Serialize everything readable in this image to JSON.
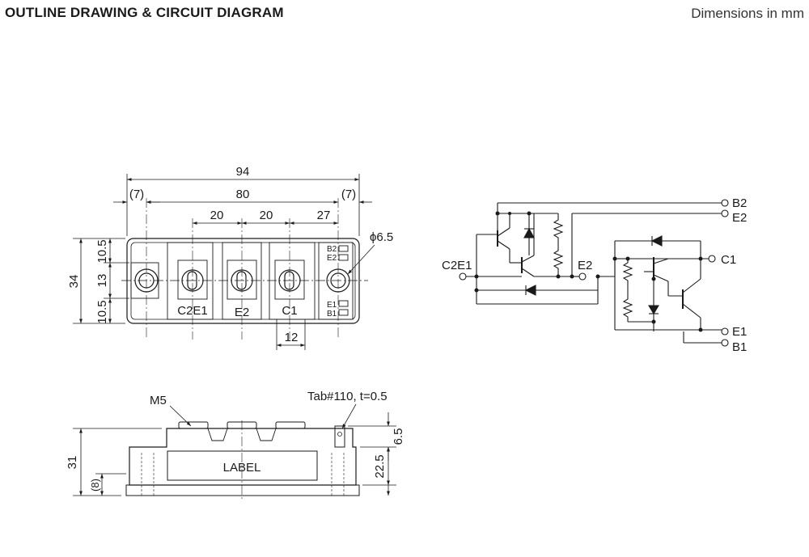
{
  "header": {
    "title": "OUTLINE DRAWING & CIRCUIT DIAGRAM",
    "units": "Dimensions in mm"
  },
  "top_view": {
    "dim_94": "94",
    "dim_80": "80",
    "dim_7_left": "(7)",
    "dim_7_right": "(7)",
    "dim_20a": "20",
    "dim_20b": "20",
    "dim_27": "27",
    "dim_34": "34",
    "dim_10_5_top": "10.5",
    "dim_13": "13",
    "dim_10_5_bot": "10.5",
    "dim_12": "12",
    "hole": "ϕ6.5",
    "t_c2e1": "C2E1",
    "t_e2": "E2",
    "t_c1": "C1",
    "pin_b2": "B2",
    "pin_e2": "E2",
    "pin_e1": "E1",
    "pin_b1": "B1"
  },
  "side_view": {
    "m5": "M5",
    "tab": "Tab#110, t=0.5",
    "label": "LABEL",
    "dim_31": "31",
    "dim_8": "(8)",
    "dim_6_5": "6.5",
    "dim_22_5": "22.5"
  },
  "circuit": {
    "b2": "B2",
    "e2_top": "E2",
    "c2e1": "C2E1",
    "e2_mid": "E2",
    "c1": "C1",
    "e1": "E1",
    "b1": "B1"
  }
}
